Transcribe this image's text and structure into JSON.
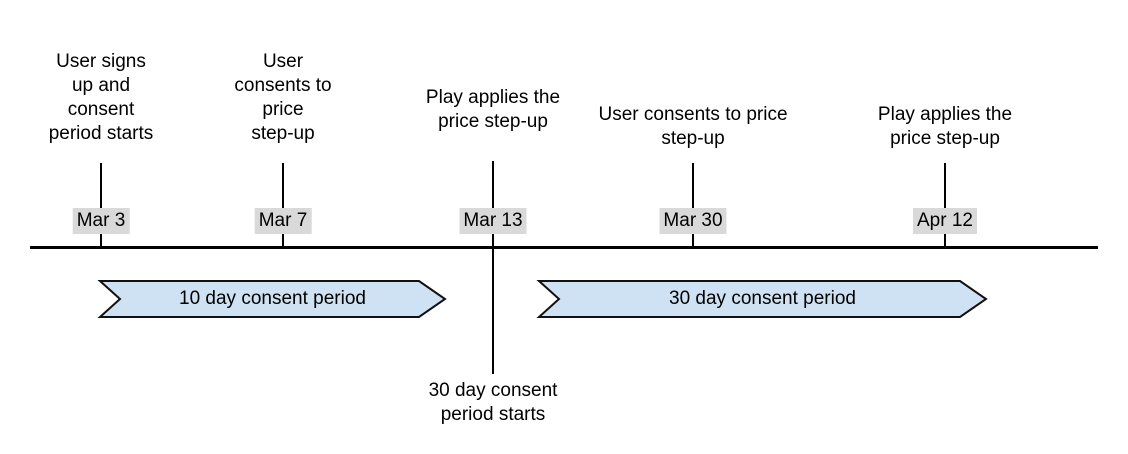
{
  "timeline": {
    "milestones": [
      {
        "id": "signup",
        "date": "Mar 3",
        "label": "User signs\nup and\nconsent\nperiod starts"
      },
      {
        "id": "consent-first",
        "date": "Mar 7",
        "label": "User\nconsents to\nprice\nstep-up"
      },
      {
        "id": "apply-first",
        "date": "Mar 13",
        "label": "Play applies the\nprice step-up"
      },
      {
        "id": "consent-second",
        "date": "Mar 30",
        "label": "User consents to price\nstep-up"
      },
      {
        "id": "apply-second",
        "date": "Apr 12",
        "label": "Play applies the\nprice step-up"
      }
    ],
    "periods": [
      {
        "label": "10 day consent period"
      },
      {
        "label": "30 day consent period"
      }
    ],
    "note": "30 day consent\nperiod starts"
  },
  "colors": {
    "period_arrow_fill": "#cfe2f3",
    "period_arrow_border": "#111111",
    "date_badge_bg": "#d9d9d9",
    "timeline_line": "#000000",
    "text": "#000000"
  }
}
